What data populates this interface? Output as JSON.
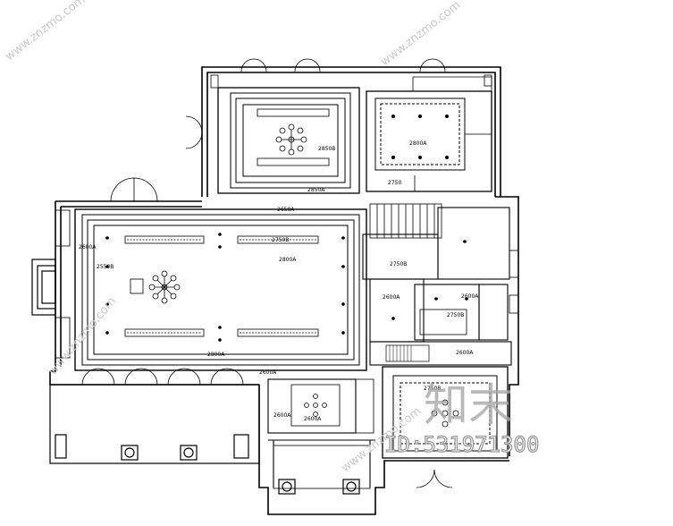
{
  "drawing": {
    "type": "ceiling plan",
    "stroke_color": "#000000",
    "background": "#ffffff",
    "room_labels": [
      "2850B",
      "2850A",
      "2800A",
      "2750",
      "2650A",
      "2750B",
      "2800A",
      "2750B",
      "2600A",
      "2600A",
      "2750B",
      "2600A",
      "2750B",
      "2600A",
      "2600A",
      "2600A",
      "2550B",
      "2800A",
      "2600A"
    ]
  },
  "watermark": {
    "site_text": "www.znzmo.com",
    "logo_text": "知末",
    "id_text": "ID:531971300",
    "color": "#b0b0b0"
  }
}
